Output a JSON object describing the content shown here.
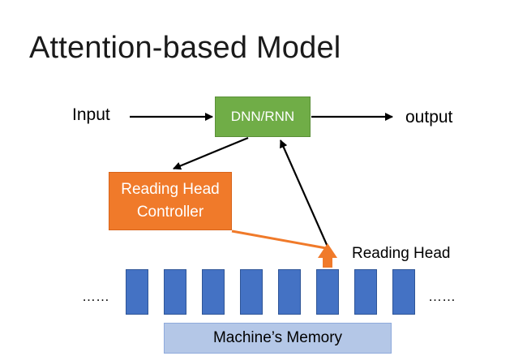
{
  "title": "Attention-based Model",
  "labels": {
    "input": "Input",
    "output": "output",
    "reading_head": "Reading Head",
    "ellipsis_left": "……",
    "ellipsis_right": "……"
  },
  "boxes": {
    "dnn": "DNN/RNN",
    "controller_line1": "Reading Head",
    "controller_line2": "Controller",
    "memory": "Machine’s Memory"
  },
  "memory_cell_count": 8,
  "colors": {
    "dnn": "#70ad47",
    "controller": "#f07a2a",
    "memory_cell": "#4472c4",
    "memory_label": "#b4c7e7",
    "reading_arrow": "#f07a2a"
  }
}
